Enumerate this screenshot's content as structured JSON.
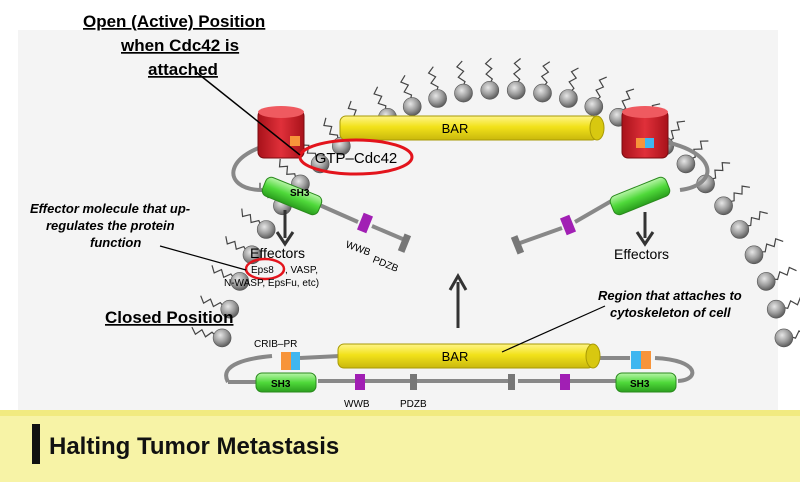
{
  "labels": {
    "open_line1": "Open (Active) Position",
    "open_line2": "when Cdc42 is",
    "open_line3": "attached",
    "effector_note_line1": "Effector molecule that up-",
    "effector_note_line2": "regulates the protein",
    "effector_note_line3": "function",
    "closed_position": "Closed Position",
    "region_note_line1": "Region that attaches to",
    "region_note_line2": "cytoskeleton of cell",
    "bar_top": "BAR",
    "bar_bottom": "BAR",
    "gtp_cdc42": "GTP–Cdc42",
    "sh3_top": "SH3",
    "sh3_bottom_left": "SH3",
    "sh3_bottom_right": "SH3",
    "wwb_top": "WWB",
    "pdzb_top": "PDZB",
    "wwb_bottom": "WWB",
    "pdzb_bottom": "PDZB",
    "crib_pr": "CRIB–PR",
    "effectors_left": "Effectors",
    "effectors_right": "Effectors",
    "eps8": "Eps8",
    "vasp": ", VASP,",
    "effector_list_2": "N-WASP, EpsFu, etc)"
  },
  "banner": {
    "title": "Halting Tumor Metastasis"
  },
  "colors": {
    "bar_yellow": "#f2e21a",
    "sh3_green": "#4fd93a",
    "wwb_purple": "#a11fb4",
    "pdzb_gray": "#777777",
    "crib_orange": "#f7943a",
    "crib_blue": "#3fb6f0",
    "membrane_red": "#d9202a",
    "highlight_red": "#e3141c",
    "banner_yellow": "#f7f3a6",
    "lipid_gray": "#8a8a8a"
  }
}
